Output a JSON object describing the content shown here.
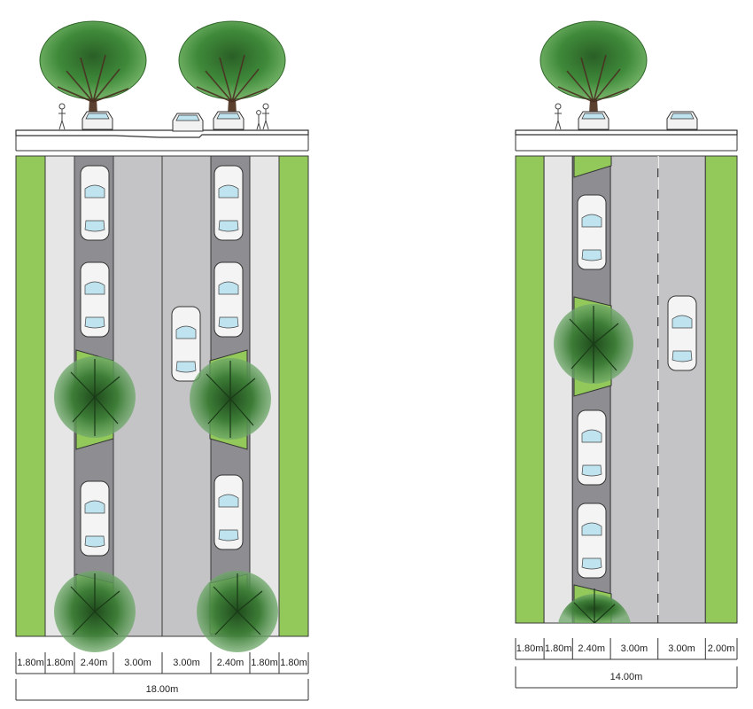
{
  "colors": {
    "verge": "#93c95a",
    "footpath": "#e6e6e6",
    "parking": "#8e8e92",
    "carriageway": "#c4c4c6",
    "tree_canopy": "#3f8a3a",
    "tree_shadow": "#2d6628",
    "outline": "#3a3a3a",
    "car_body": "#f4f4f4",
    "car_glass": "#bfe3ef"
  },
  "icons": [
    "tree-icon",
    "car-icon",
    "pedestrian-icon"
  ],
  "sections": [
    {
      "id": "wide",
      "strips": [
        {
          "type": "verge",
          "width_m": 1.8
        },
        {
          "type": "footpath",
          "width_m": 1.8
        },
        {
          "type": "parking",
          "width_m": 2.4
        },
        {
          "type": "carriageway",
          "width_m": 3.0
        },
        {
          "type": "carriageway",
          "width_m": 3.0
        },
        {
          "type": "parking",
          "width_m": 2.4
        },
        {
          "type": "footpath",
          "width_m": 1.8
        },
        {
          "type": "verge",
          "width_m": 1.8
        }
      ],
      "strip_labels": [
        "1.80m",
        "1.80m",
        "2.40m",
        "3.00m",
        "3.00m",
        "2.40m",
        "1.80m",
        "1.80m"
      ],
      "total_label": "18.00m"
    },
    {
      "id": "narrow",
      "strips": [
        {
          "type": "verge",
          "width_m": 1.8
        },
        {
          "type": "footpath",
          "width_m": 1.8
        },
        {
          "type": "parking",
          "width_m": 2.4
        },
        {
          "type": "carriageway",
          "width_m": 3.0
        },
        {
          "type": "carriageway",
          "width_m": 3.0
        },
        {
          "type": "verge",
          "width_m": 2.0
        }
      ],
      "strip_labels": [
        "1.80m",
        "1.80m",
        "2.40m",
        "3.00m",
        "3.00m",
        "2.00m"
      ],
      "total_label": "14.00m"
    }
  ]
}
